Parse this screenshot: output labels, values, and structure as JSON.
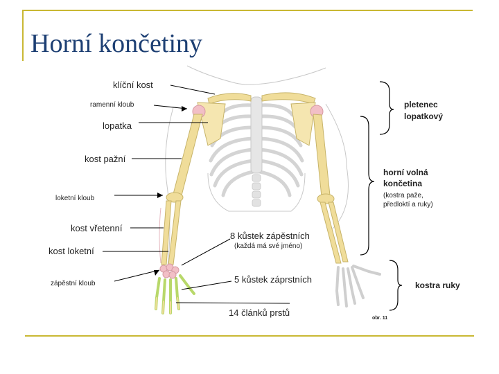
{
  "title": "Horní končetiny",
  "labels": {
    "klicni_kost": "klíční kost",
    "ramenni_kloub": "ramenní kloub",
    "lopatka": "lopatka",
    "kost_pazni": "kost pažní",
    "loketni_kloub": "loketní kloub",
    "kost_vretenni": "kost vřetenní",
    "kost_loketni": "kost loketní",
    "zapestni_kloub": "zápěstní kloub",
    "kustek_zapestnich": "8 kůstek zápěstních",
    "kazda_jmeno": "(každá má své jméno)",
    "kustek_zaprstnich": "5 kůstek záprstních",
    "clanku_prstu": "14 článků prstů",
    "pletenec_1": "pletenec",
    "pletenec_2": "lopatkový",
    "horni_volna_1": "horní volná",
    "horni_volna_2": "končetina",
    "kostra_paze_1": "(kostra paže,",
    "kostra_paze_2": "předloktí a ruky)",
    "kostra_ruky": "kostra ruky",
    "obr": "obr. 11"
  },
  "colors": {
    "title": "#1d3f73",
    "frame": "#c9b833",
    "bone": "#f0dd9a",
    "bone_outline": "#c7b46a",
    "joint": "#f2bfc6",
    "hand_accent": "#b8d86a",
    "rib": "#d8d8d8"
  }
}
